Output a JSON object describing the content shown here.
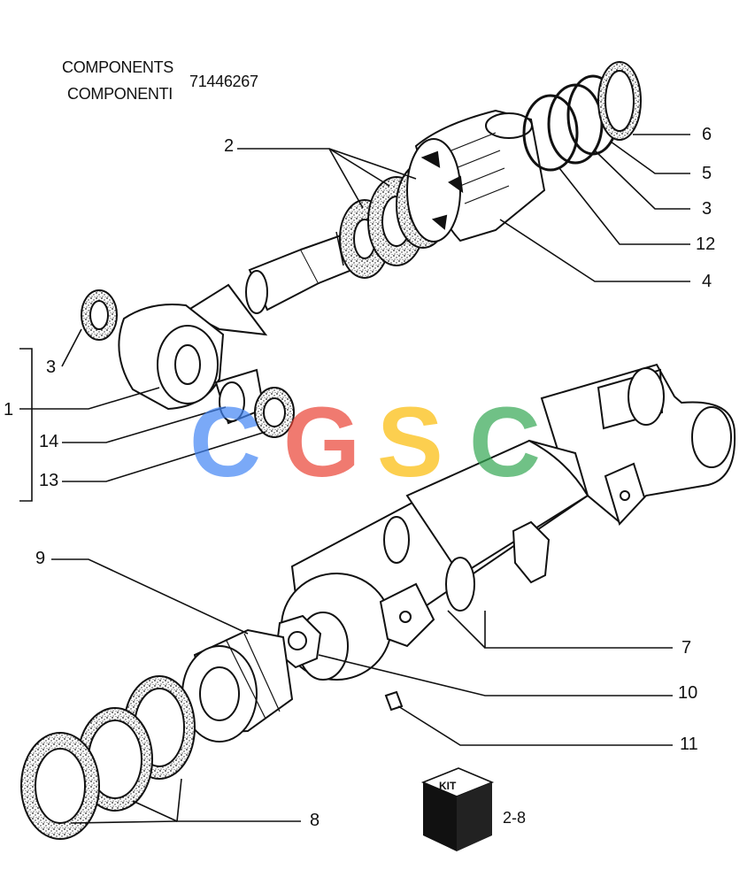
{
  "header": {
    "line1": "COMPONENTS",
    "line2": "COMPONENTI",
    "part_number": "71446267"
  },
  "callouts": {
    "c6": "6",
    "c5": "5",
    "c3a": "3",
    "c12": "12",
    "c4": "4",
    "c2": "2",
    "c3b": "3",
    "c1": "1",
    "c14": "14",
    "c13": "13",
    "c9": "9",
    "c7": "7",
    "c10": "10",
    "c11": "11",
    "c8": "8"
  },
  "kit": {
    "label": "KIT",
    "page_ref": "2-8"
  },
  "watermark": {
    "letters": [
      "C",
      "G",
      "S",
      "C"
    ],
    "colors": [
      "#4285F4",
      "#EA4335",
      "#FBBC05",
      "#34A853"
    ]
  }
}
